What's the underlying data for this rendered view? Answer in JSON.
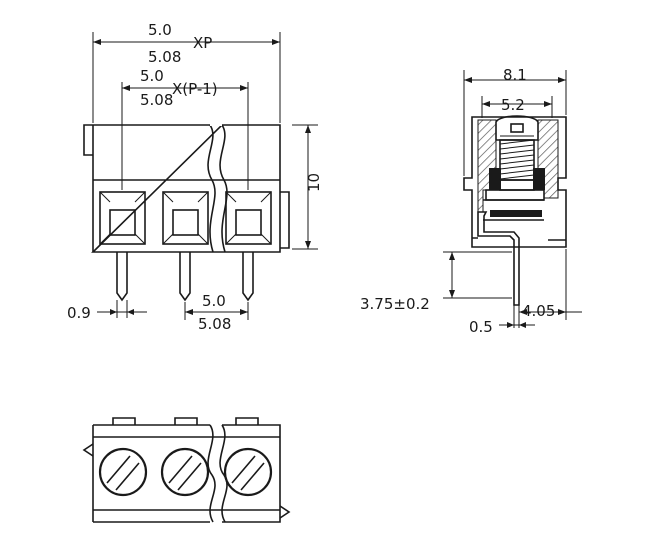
{
  "front_view": {
    "pitch_total": {
      "line1": "5.0",
      "unit_x": "XP",
      "line2": "5.08"
    },
    "pitch_span": {
      "line1": "5.0",
      "unit_x": "X(P-1)",
      "line2": "5.08"
    },
    "height": "10",
    "pin_width": "0.9",
    "pin_pitch": {
      "line1": "5.0",
      "line2": "5.08"
    }
  },
  "side_view": {
    "width_total": "8.1",
    "width_inner": "5.2",
    "pin_length": "3.75±0.2",
    "pin_thickness": "0.5",
    "pin_offset": "4.05"
  },
  "colors": {
    "line": "#1a1a1a",
    "hatch": "#555555",
    "background": "#ffffff"
  }
}
